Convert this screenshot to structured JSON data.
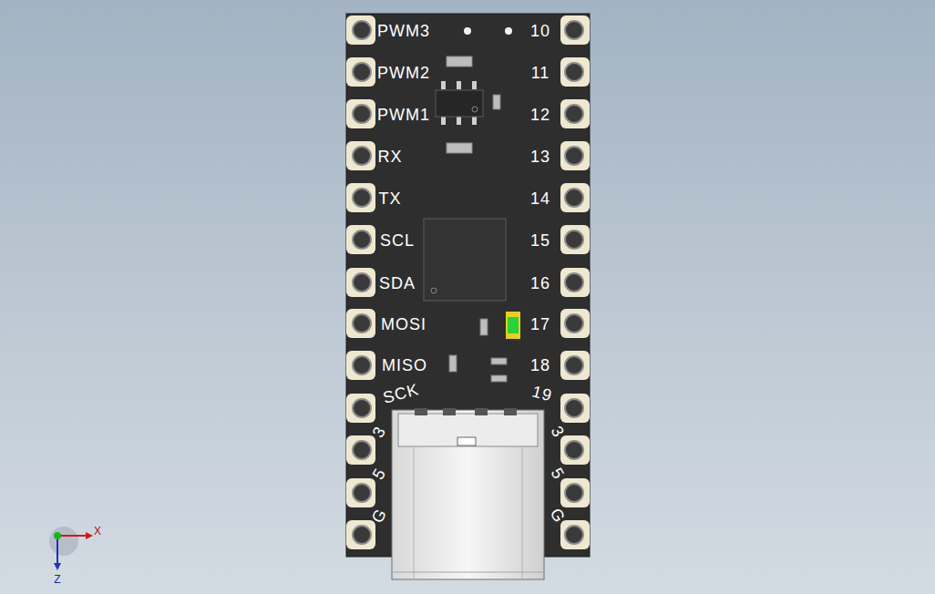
{
  "diagram": {
    "labels": [
      "PWM3",
      "10",
      "PWM2",
      "11",
      "PWM1",
      "12",
      "RX",
      "13",
      "TX",
      "14",
      "SCL",
      "15",
      "SDA",
      "16",
      "MOSI",
      "17",
      "MISO",
      "18",
      "SCK",
      "19",
      "3",
      "3",
      "5",
      "5",
      "G",
      "G",
      "X",
      "Z"
    ]
  }
}
